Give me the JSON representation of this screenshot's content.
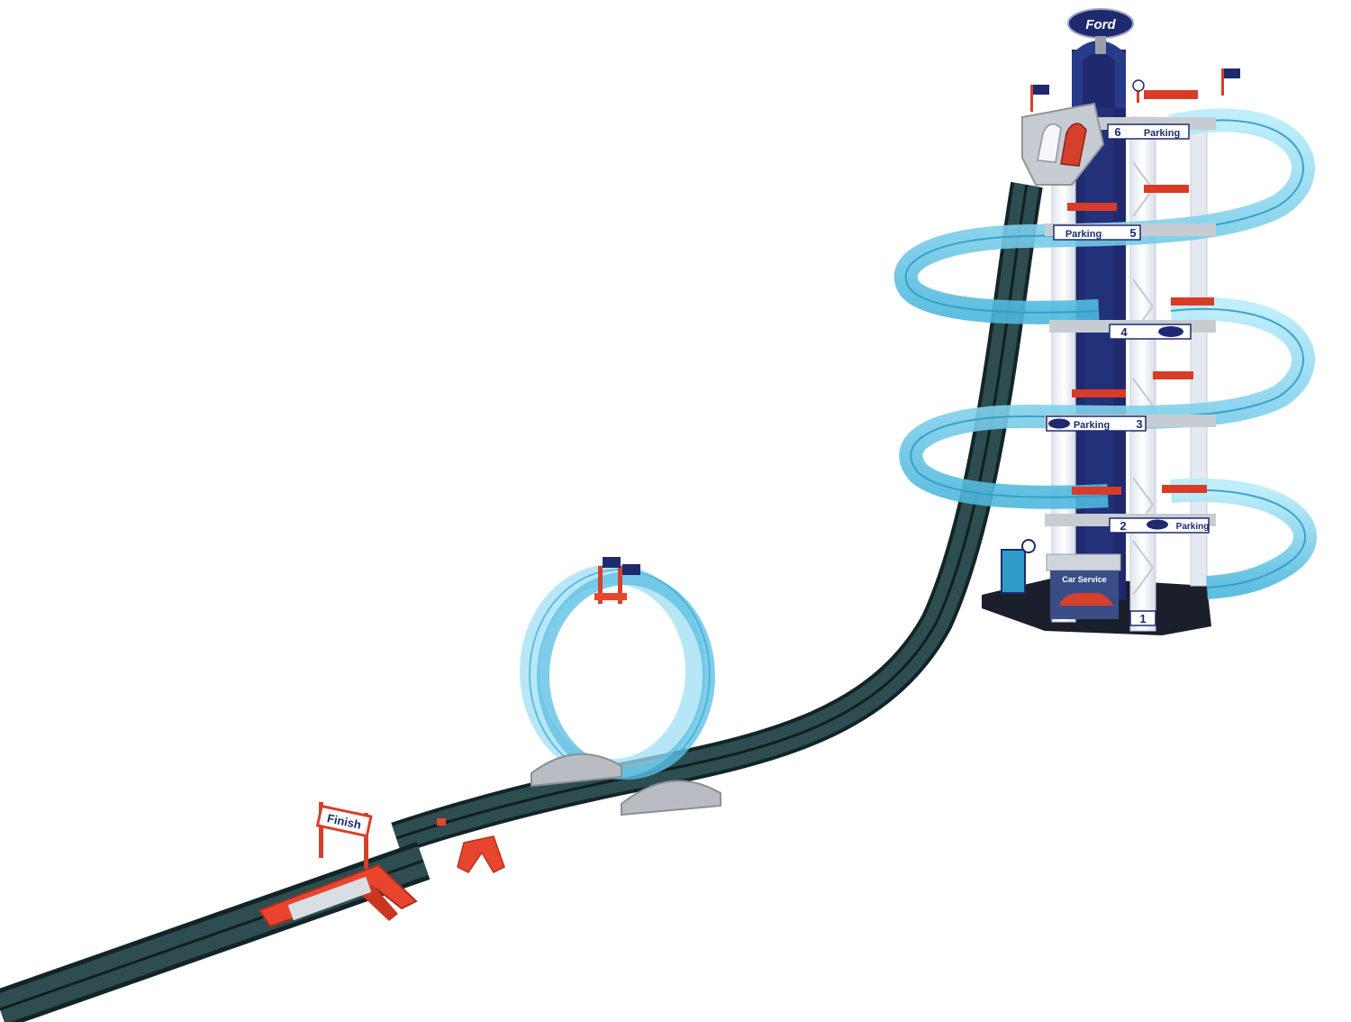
{
  "brand": "Ford",
  "parking_label": "Parking",
  "finish_label": "Finish",
  "service_label": "Car Service",
  "levels": [
    "6",
    "5",
    "4",
    "3",
    "2",
    "1"
  ],
  "colors": {
    "track": "#1f3a3d",
    "loop": "#7fd3ee",
    "ramp": "#e8452f",
    "tower": "#f1f4f9",
    "pillar": "#1f2a6e",
    "platform": "#c7ccd3"
  }
}
